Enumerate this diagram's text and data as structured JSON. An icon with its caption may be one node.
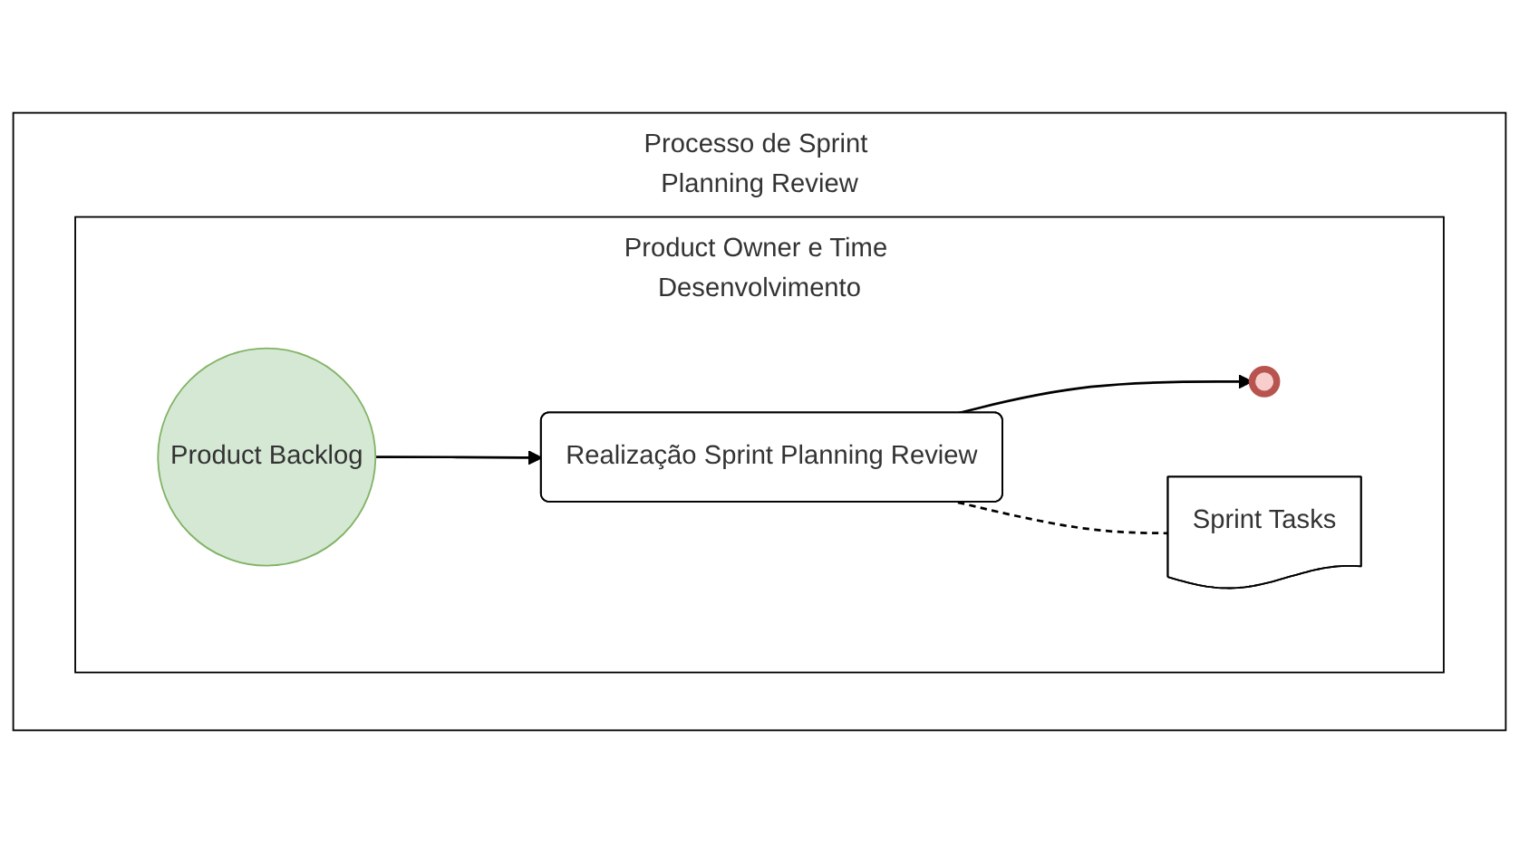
{
  "diagram": {
    "nodes": [
      {
        "text": [
          "Processo de Sprint Planning Review"
        ]
      },
      {
        "text": [
          "Product Owner e Time Desenvolvimento"
        ],
        "in": 0
      },
      {
        "text": [
          "Product Backlog"
        ],
        "in": 1
      },
      {
        "text": [
          "Realização Sprint Planning Review"
        ],
        "in": 1
      },
      {
        "text": [],
        "shape": "circle",
        "in": 1
      },
      {
        "text": [
          "Sprint Tasks"
        ],
        "in": 1
      }
    ],
    "edges": [
      {
        "from": 2,
        "to": 3,
        "arrow": "to"
      },
      {
        "from": 3,
        "to": 4,
        "arrow": "to"
      },
      {
        "from": 3,
        "to": 5,
        "arrow": "none",
        "style": "dashed"
      }
    ]
  }
}
